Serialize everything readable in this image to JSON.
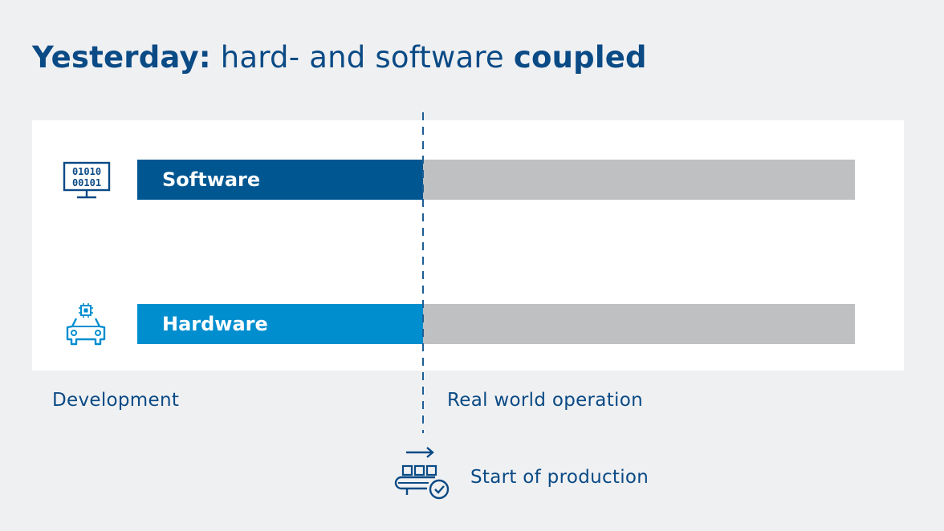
{
  "title": {
    "prefix": "Yesterday:",
    "middle": " hard- and software ",
    "suffix": "coupled"
  },
  "bars": [
    {
      "label": "Software",
      "icon": "binary-monitor-icon",
      "development_fraction": 0.398,
      "color": "#005691"
    },
    {
      "label": "Hardware",
      "icon": "car-chip-icon",
      "development_fraction": 0.398,
      "color": "#008ecf"
    }
  ],
  "phases": {
    "development": "Development",
    "operation": "Real world operation"
  },
  "milestone": {
    "label": "Start of production",
    "icon": "production-conveyor-icon"
  },
  "colors": {
    "title": "#0a4a85",
    "operation_bar": "#bfc0c2",
    "background": "#eff0f2"
  }
}
